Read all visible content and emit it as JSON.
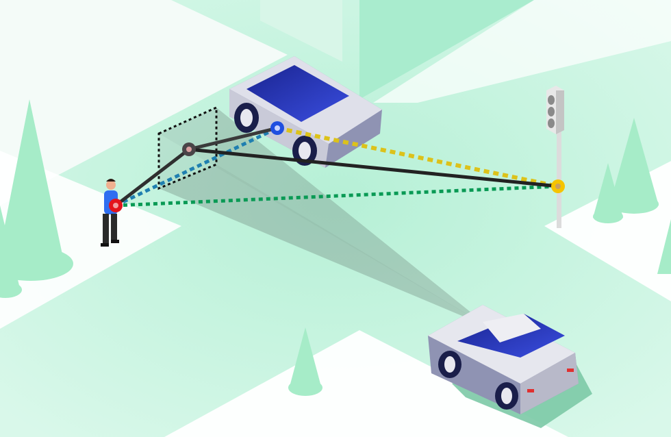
{
  "colors": {
    "road": "#bff2dc",
    "sidewalk": "#ffffff",
    "tree": "#a6ecc8",
    "car_body": "#8f93b3",
    "car_roof": "#2a35b8",
    "node_person": "#e3141b",
    "node_camera": "#5a5558",
    "node_car": "#1f4fe0",
    "node_light": "#f5c400",
    "line_person_car": "#1f7fb0",
    "line_person_light": "#0a9a55",
    "line_car_light": "#dcc21a",
    "solid_link": "#2f2f2f"
  },
  "icons": [
    "person",
    "camera-frustum",
    "car",
    "traffic-light",
    "tree"
  ]
}
